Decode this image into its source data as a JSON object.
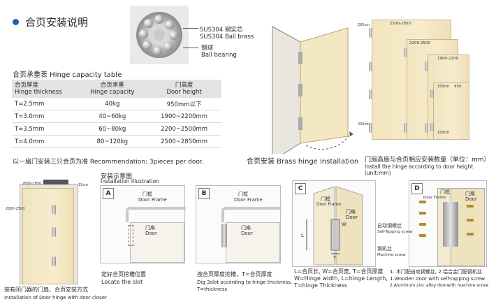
{
  "header": {
    "title": "合页安装说明"
  },
  "illustration": {
    "label_core": "SUS304 钢实芯",
    "label_core_en": "SUS304 Ball brass",
    "label_ball": "钢球",
    "label_ball_en": "Ball bearing"
  },
  "table": {
    "title": "合页承重表  Hinge capacity table",
    "headers": [
      {
        "zh": "合页厚度",
        "en": "Hinge thickness"
      },
      {
        "zh": "合页承重",
        "en": "Hinge capacity"
      },
      {
        "zh": "门高度",
        "en": "Door height"
      }
    ],
    "rows": [
      [
        "T=2.5mm",
        "40kg",
        "950mm以下"
      ],
      [
        "T=3.0mm",
        "40~60kg",
        "1900~2200mm"
      ],
      [
        "T=3.5mm",
        "60~80kg",
        "2200~2500mm"
      ],
      [
        "T=4.0mm",
        "80~120kg",
        "2500~2850mm"
      ]
    ],
    "recommendation": "以一扇门安装三只合页为准  Recommendation: 3pieces per door."
  },
  "install_title": "合页安装 Brass hinge installation",
  "quantity": {
    "title": "门扇高度与合页相应安装数量（单位：mm）",
    "subtitle": "Install the hinge according to door height (unit:mm)",
    "dims": [
      "2500-2850",
      "2200-2500",
      "1900-2200",
      "950",
      "200cm",
      "200cm",
      "150cm",
      "150cm"
    ]
  },
  "schematic": {
    "zh": "安装示意图",
    "en": "Installation Illustration"
  },
  "panelA": {
    "tag": "A",
    "frame_zh": "门框",
    "frame_en": "Door Frame",
    "door_zh": "门扇",
    "door_en": "Door",
    "cap_zh": "定好合页挖槽位置",
    "cap_en": "Locate the slot"
  },
  "panelB": {
    "tag": "B",
    "frame_zh": "门框",
    "frame_en": "Door Frame",
    "door_zh": "门扇",
    "door_en": "Door",
    "cap_zh": "按合页厚度挖槽，T=合页厚度",
    "cap_en1": "Dig 3slot according to hinge thickness,",
    "cap_en2": "T=thickness"
  },
  "panelC": {
    "tag": "C",
    "frame": "门框",
    "frame_en": "Door Frame",
    "door": "门扇",
    "door_en": "Door",
    "cap1": "L=合页长,  W=合页宽,  T=合页厚度",
    "cap2": "W=Hinge width, L=hinge Length,",
    "cap3": "T=hinge Thickness",
    "dim_w": "W",
    "dim_t": "T",
    "dim_l": "L"
  },
  "panelD": {
    "tag": "D",
    "frame": "门框",
    "frame_en": "Door Frame",
    "door": "门扇",
    "door_en": "Door",
    "screw1": "自动钢螺丝",
    "screw1_en": "Self-Tapping screw",
    "screw2": "钢机丝",
    "screw2_en": "Machine screw",
    "cap1": "1. 木门配自攻钢螺丝,  2  铝合金门配钢机丝",
    "cap2": "1.Wooden door with self-tapping screw",
    "cap3": "2.Aluminum zinc alloy doorwith machine screw"
  },
  "closer": {
    "dim1": "2600-2850",
    "dim2": "15cm",
    "dim3": "2000-2500",
    "cap_zh": "装有闭门器的门扇、合页安装方式",
    "cap_en": "Installation of Door hinge with door closer"
  }
}
